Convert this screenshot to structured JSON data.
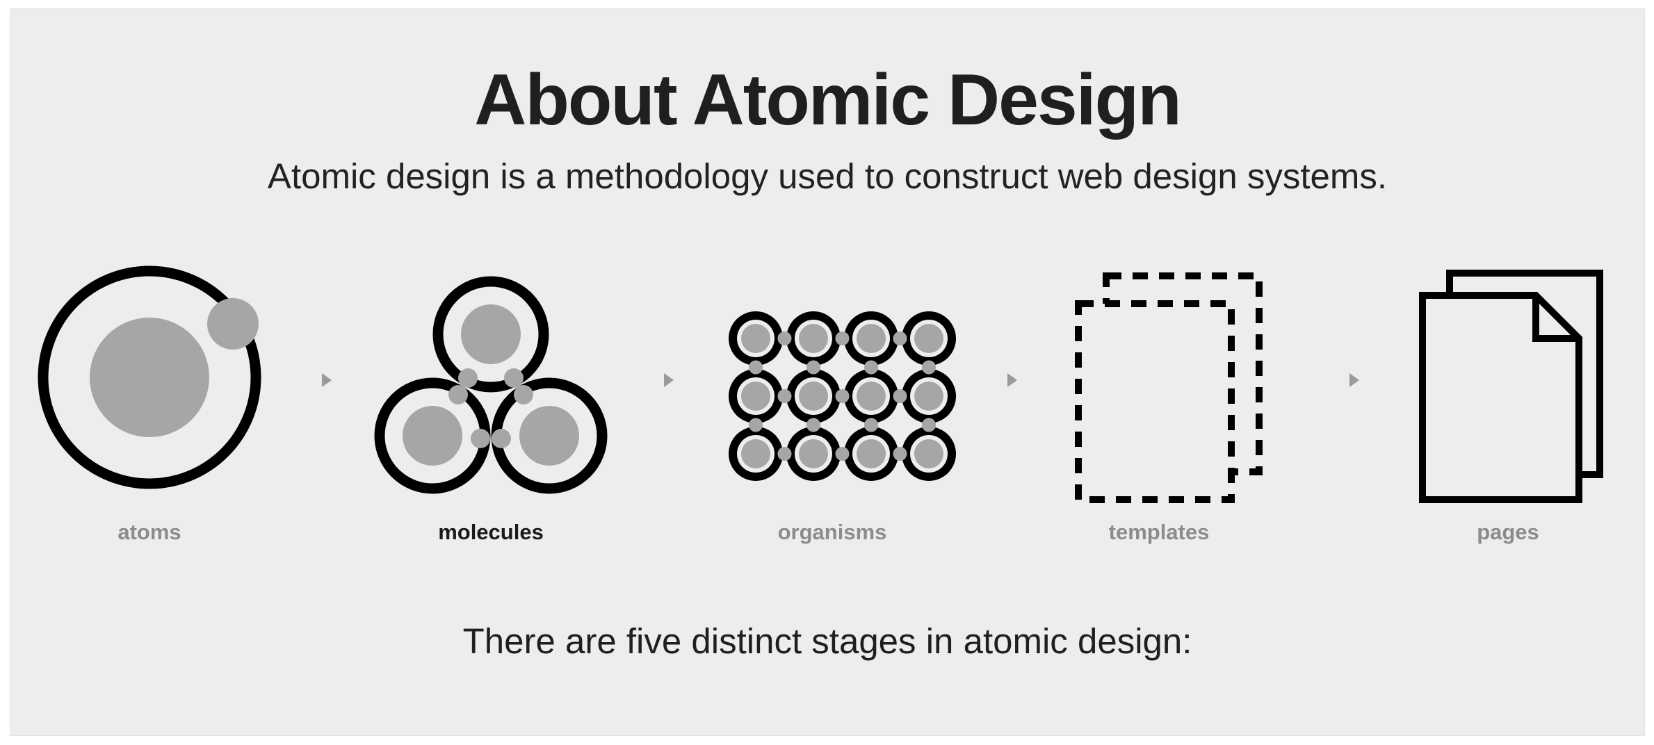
{
  "title": "About Atomic Design",
  "subtitle": "Atomic design is a methodology used to construct web design systems.",
  "stages": [
    {
      "label": "atoms",
      "active": false
    },
    {
      "label": "molecules",
      "active": true
    },
    {
      "label": "organisms",
      "active": false
    },
    {
      "label": "templates",
      "active": false
    },
    {
      "label": "pages",
      "active": false
    }
  ],
  "footer": "There are five distinct stages in atomic design:",
  "colors": {
    "background": "#ededed",
    "stroke": "#000000",
    "fill_gray": "#a6a6a6",
    "label_inactive": "#8c8c8c",
    "label_active": "#1a1a1a",
    "arrow": "#9a9a9a"
  }
}
